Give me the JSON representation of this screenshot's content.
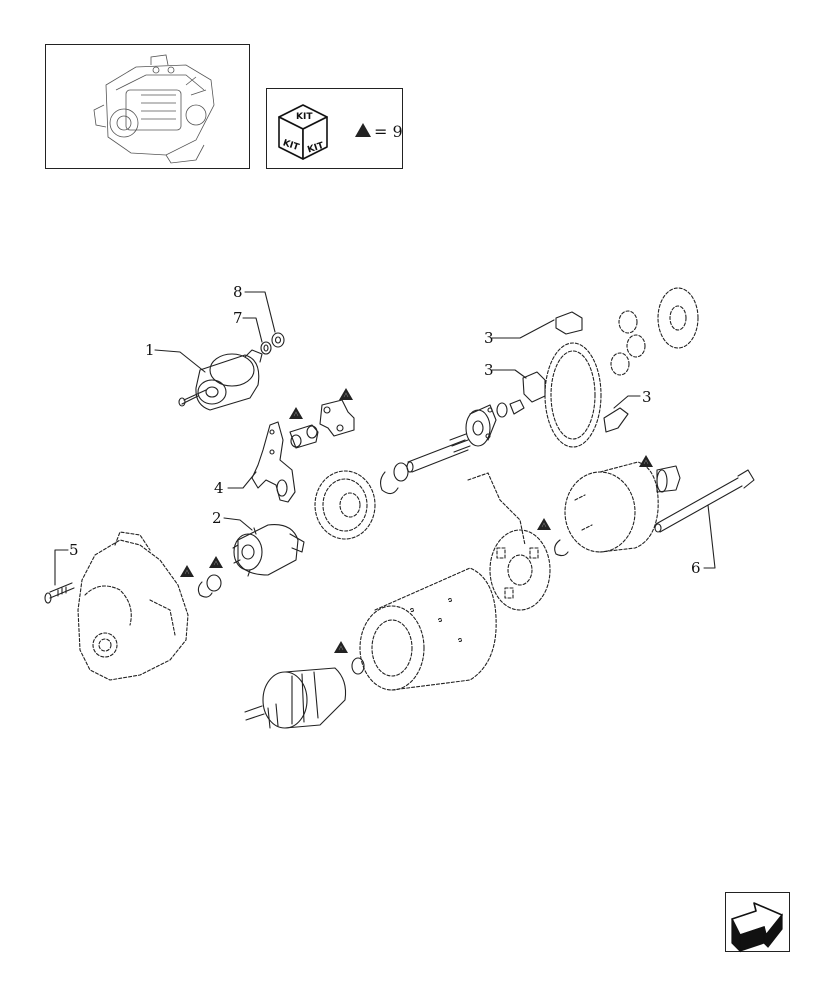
{
  "kit_legend": {
    "kit_label": "KIT",
    "equals_text": "= 9"
  },
  "callouts": [
    {
      "id": "1",
      "label": "1"
    },
    {
      "id": "2",
      "label": "2"
    },
    {
      "id": "3a",
      "label": "3"
    },
    {
      "id": "3b",
      "label": "3"
    },
    {
      "id": "3c",
      "label": "3"
    },
    {
      "id": "4",
      "label": "4"
    },
    {
      "id": "5",
      "label": "5"
    },
    {
      "id": "6",
      "label": "6"
    },
    {
      "id": "7",
      "label": "7"
    },
    {
      "id": "8",
      "label": "8"
    }
  ],
  "icons": {
    "kit_marker": "triangle-kit-icon",
    "nav": "next-page-arrow-icon"
  },
  "colors": {
    "line": "#222222",
    "marker_fill": "#222222"
  }
}
